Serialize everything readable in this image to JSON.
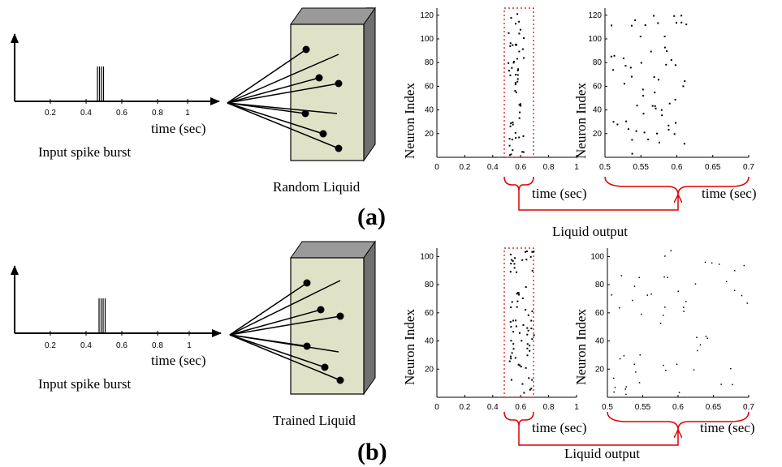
{
  "panels": [
    {
      "label": "(a)",
      "input_caption": "Input spike burst",
      "input_axis_ticks": [
        "0.2",
        "0.4",
        "0.6",
        "0.8",
        "1"
      ],
      "input_axis_label": "time (sec)",
      "liquid_caption": "Random Liquid",
      "raster_ylabel": "Neuron Index",
      "full_raster": {
        "xticks": [
          "0",
          "0.2",
          "0.4",
          "0.6",
          "0.8",
          "1"
        ],
        "yticks": [
          "20",
          "40",
          "60",
          "80",
          "100",
          "120"
        ]
      },
      "zoom_raster": {
        "xticks": [
          "0.5",
          "0.55",
          "0.6",
          "0.65",
          "0.7"
        ],
        "yticks": [
          "20",
          "40",
          "60",
          "80",
          "100",
          "120"
        ]
      },
      "time_label_left": "time (sec)",
      "time_label_right": "time (sec)",
      "output_caption": "Liquid output"
    },
    {
      "label": "(b)",
      "input_caption": "Input spike burst",
      "input_axis_ticks": [
        "0.2",
        "0.4",
        "0.6",
        "0.8",
        "1"
      ],
      "input_axis_label": "time (sec)",
      "liquid_caption": "Trained Liquid",
      "raster_ylabel": "Neuron Index",
      "full_raster": {
        "xticks": [
          "0",
          "0.2",
          "0.4",
          "0.6",
          "0.8",
          "1"
        ],
        "yticks": [
          "20",
          "40",
          "60",
          "80",
          "100"
        ]
      },
      "zoom_raster": {
        "xticks": [
          "0.5",
          "0.55",
          "0.6",
          "0.65",
          "0.7"
        ],
        "yticks": [
          "20",
          "40",
          "60",
          "80",
          "100"
        ]
      },
      "time_label_left": "time (sec)",
      "time_label_right": "time (sec)",
      "output_caption": "Liquid output"
    }
  ],
  "colors": {
    "liquid_front": "#e0e2c8",
    "liquid_side": "#707070",
    "liquid_top": "#9a9a9a",
    "highlight": "#dd0000",
    "ink": "#000000"
  }
}
